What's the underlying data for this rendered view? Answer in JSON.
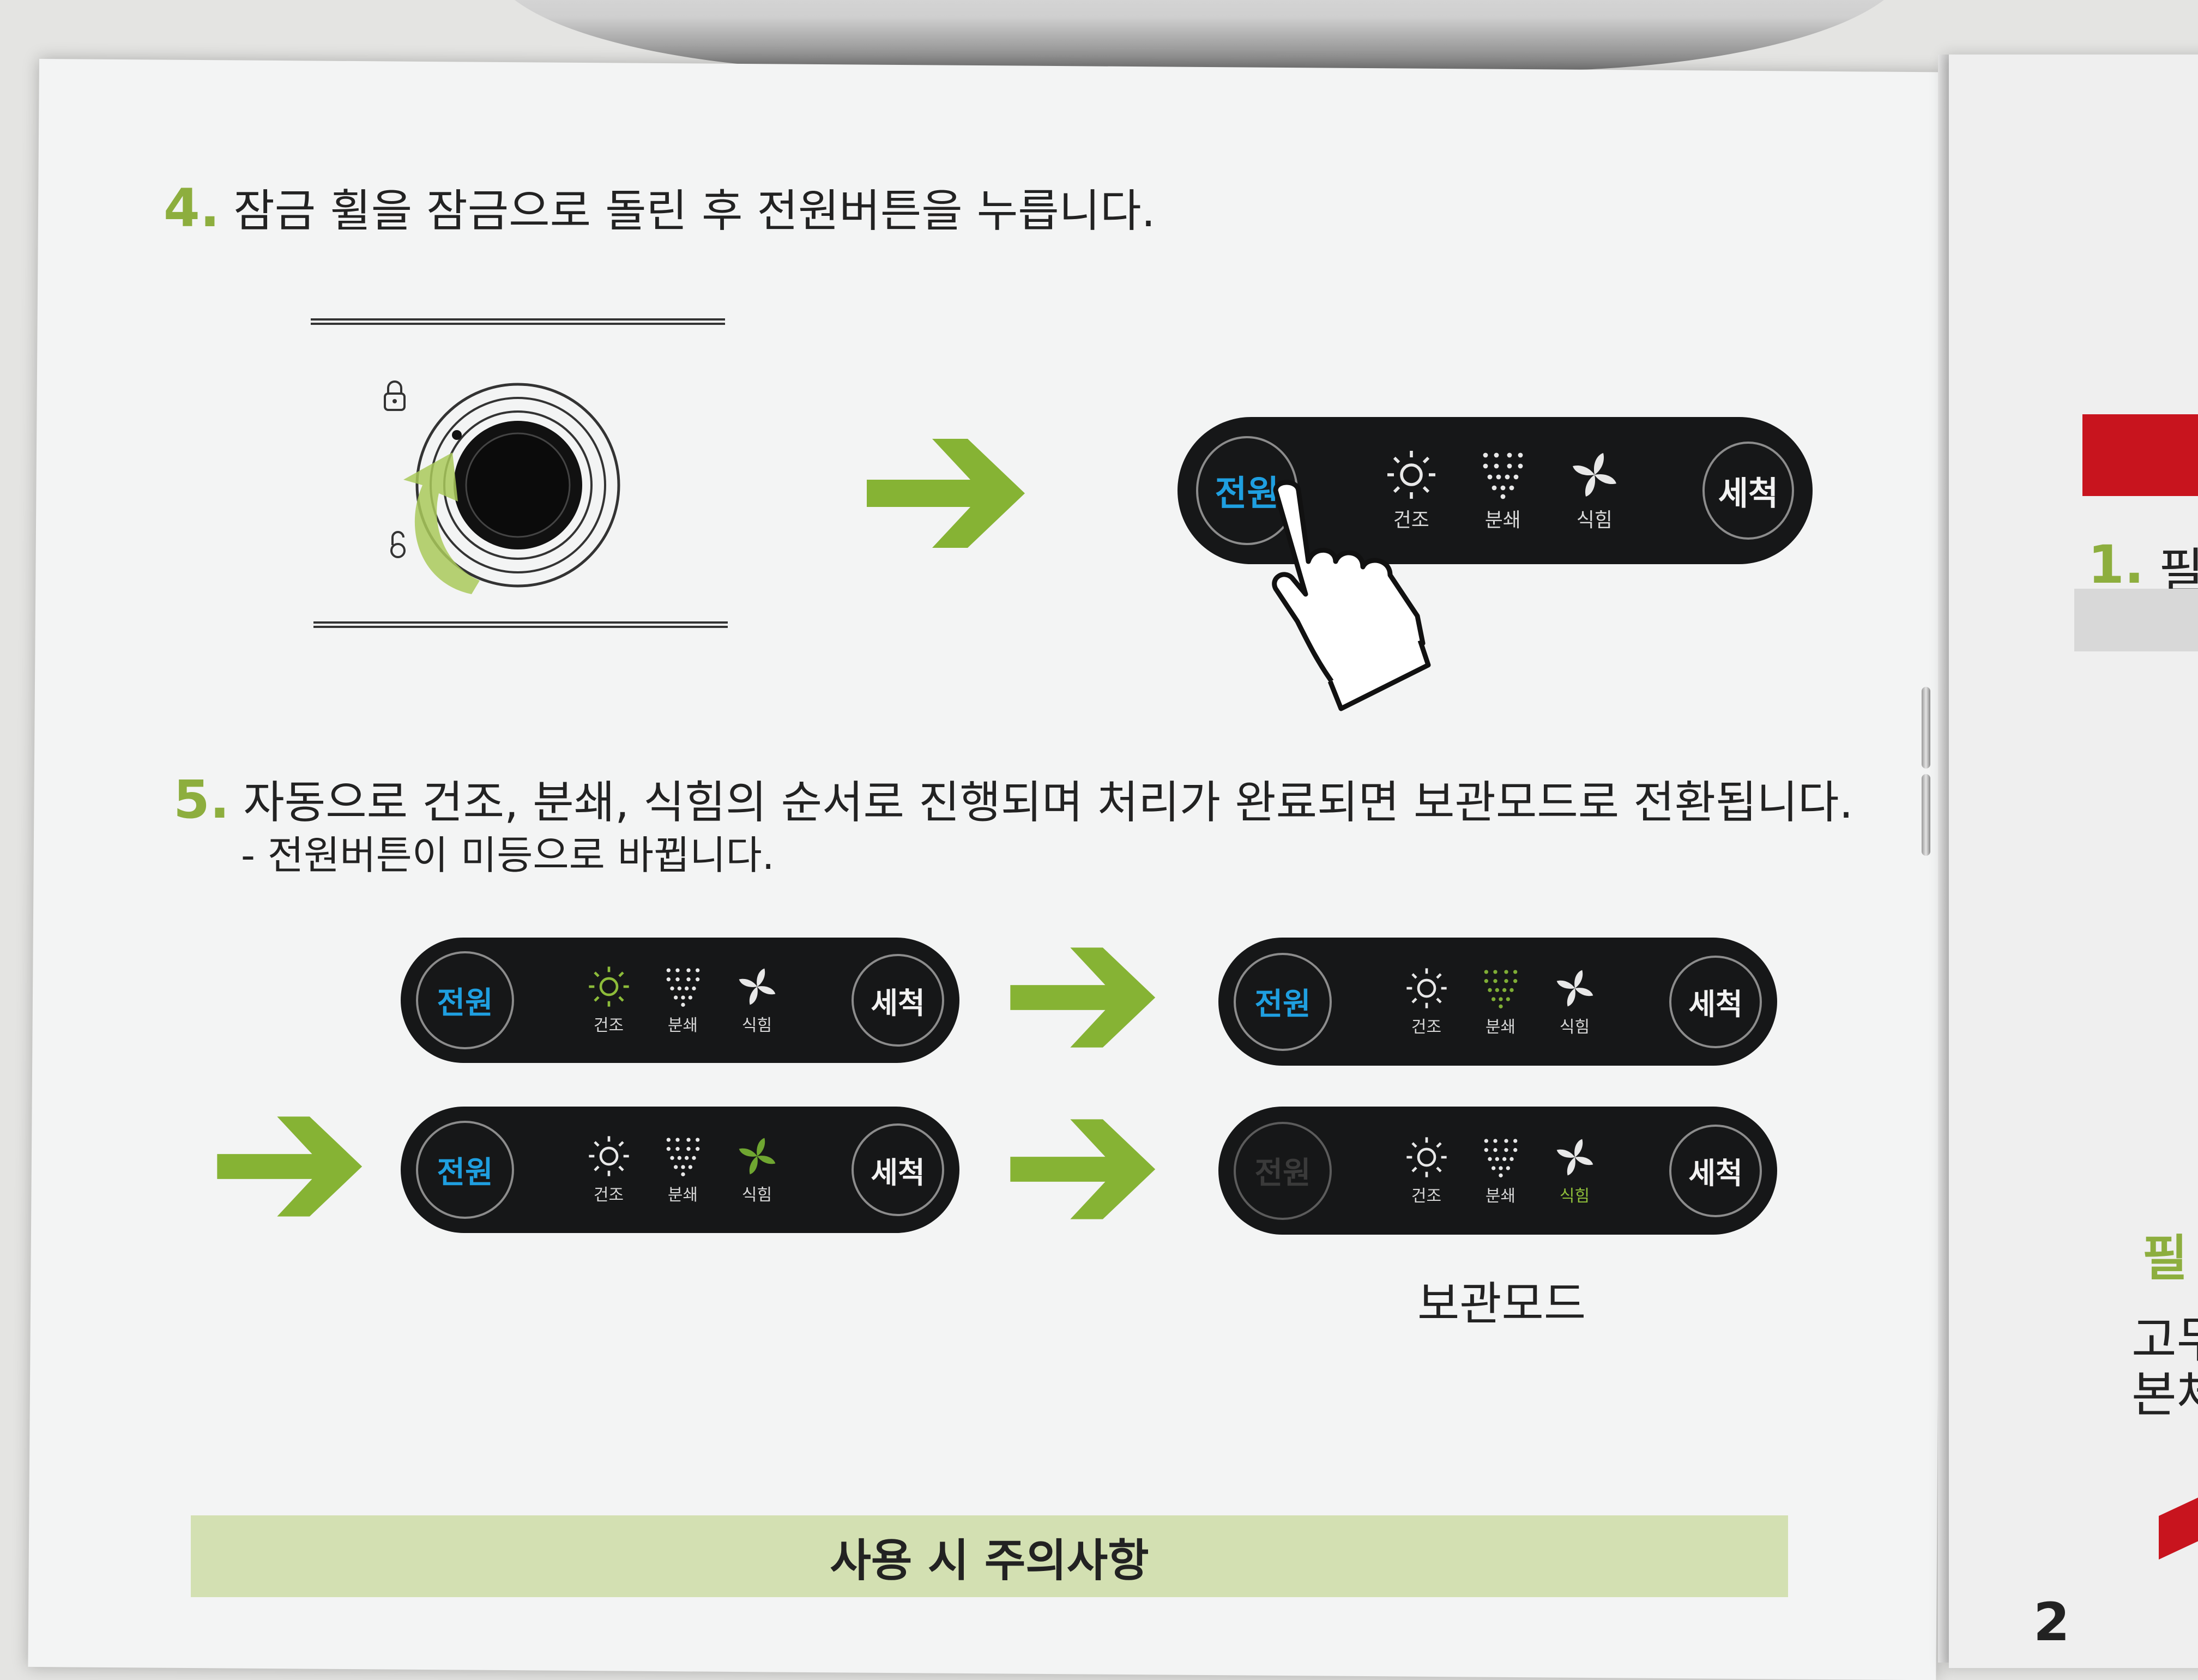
{
  "step4": {
    "number": "4.",
    "text": "잠금 휠을 잠금으로 돌린 후 전원버튼을 누릅니다."
  },
  "step5": {
    "number": "5.",
    "text": "자동으로 건조, 분쇄, 식힘의 순서로 진행되며 처리가 완료되면 보관모드로 전환됩니다.",
    "sub": "- 전원버튼이 미등으로 바뀝니다."
  },
  "panel": {
    "power_label": "전원",
    "wash_label": "세척",
    "dry_label": "건조",
    "grind_label": "분쇄",
    "cool_label": "식힘"
  },
  "storage_mode_label": "보관모드",
  "caution_title": "사용 시 주의사항",
  "right_page": {
    "step1_number": "1.",
    "line1": "필",
    "line2": "필",
    "line3": "고무",
    "line4": "본체",
    "step2_number": "2"
  },
  "colors": {
    "accent_green": "#8dae3e",
    "power_blue": "#1f9fe0",
    "panel_bg": "#161718",
    "caution_bar": "#d3e0b2",
    "right_red": "#c8141e"
  }
}
